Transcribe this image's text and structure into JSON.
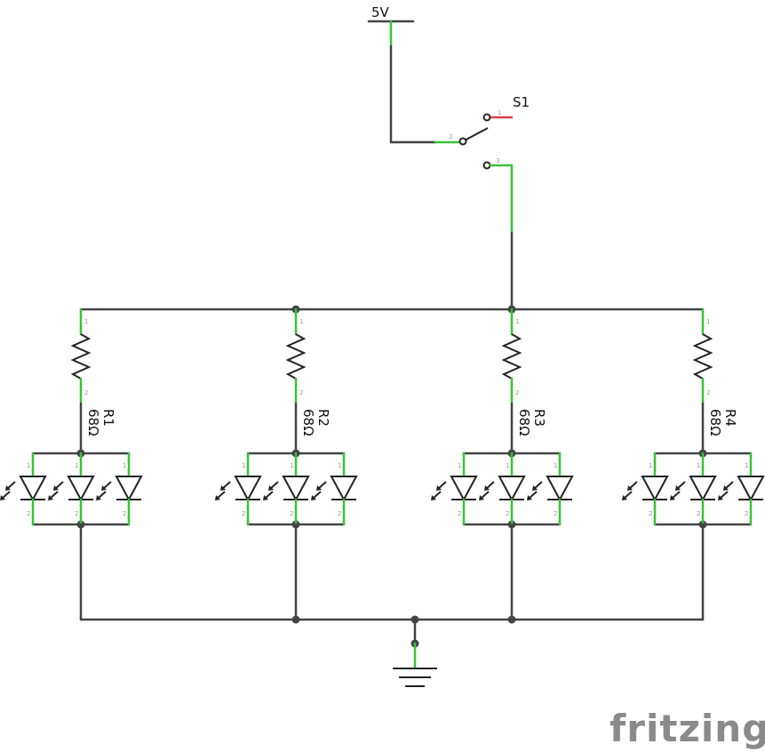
{
  "power": {
    "label": "5V"
  },
  "switch": {
    "label": "S1",
    "pins": [
      "1",
      "2",
      "3"
    ]
  },
  "resistors": [
    {
      "name": "R1",
      "value": "68Ω"
    },
    {
      "name": "R2",
      "value": "68Ω"
    },
    {
      "name": "R3",
      "value": "68Ω"
    },
    {
      "name": "R4",
      "value": "68Ω"
    }
  ],
  "pin_numbers": {
    "one": "1",
    "two": "2"
  },
  "leds_per_branch": 3,
  "watermark": "fritzing",
  "colors": {
    "wire": "#444444",
    "pin": "#38c238",
    "switch_open_pin": "#e04040",
    "watermark": "#8a8a8a"
  }
}
